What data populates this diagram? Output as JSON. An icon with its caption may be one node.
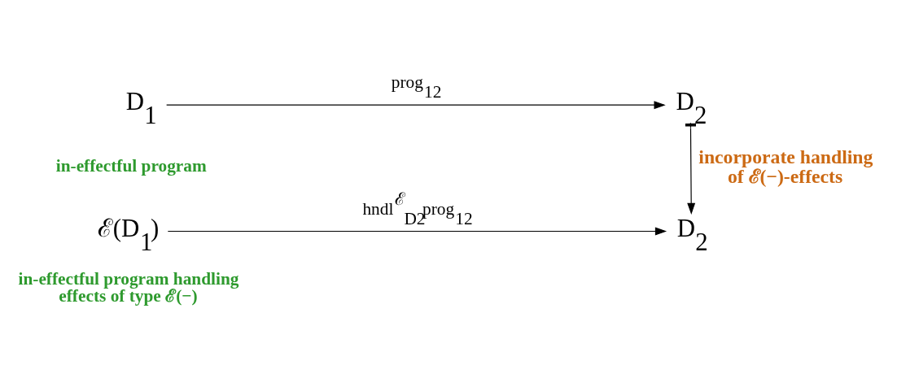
{
  "diagram": {
    "nodes": [
      {
        "text": [
          "D$_{1}$"
        ]
      },
      {
        "text": [
          "D$_{2}$"
        ]
      },
      {
        "text": [
          "ℰ(D$_{1}$)"
        ]
      },
      {
        "text": [
          "D$_{2}$"
        ]
      }
    ],
    "edges": [
      {
        "from": 0,
        "to": 1,
        "arrow": "to",
        "label": "prog$_{12}$"
      },
      {
        "from": 2,
        "to": 3,
        "arrow": "to",
        "label": "hndl$^{ℰ}$$_{D2}$prog$_{12}$"
      },
      {
        "from": 1,
        "to": 3,
        "arrow": "to",
        "label": "incorporate handling of ℰ(−)-effects"
      }
    ],
    "labels": [
      "in-effectful program",
      "in-effectful program handling effects of type ℰ(−)"
    ]
  }
}
